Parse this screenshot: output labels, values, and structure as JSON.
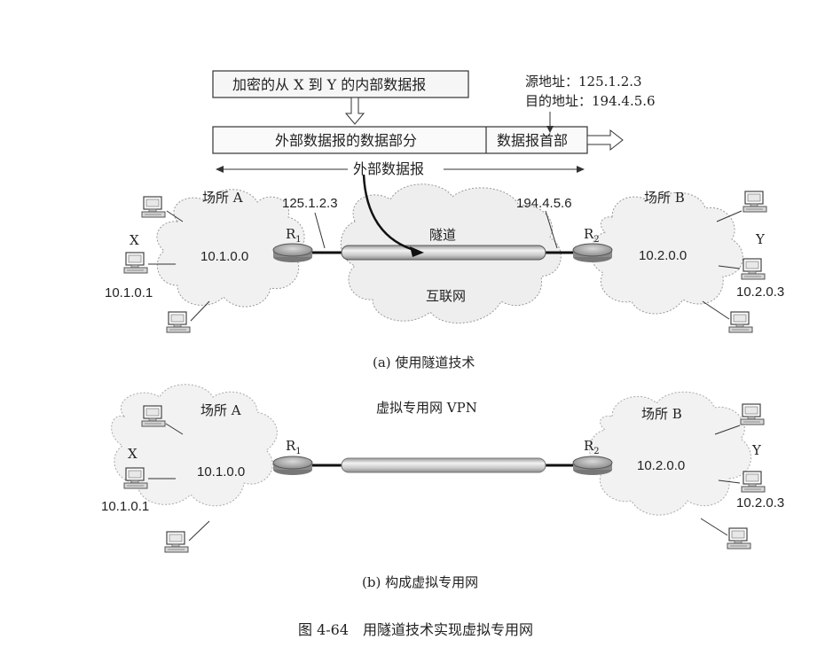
{
  "panel_a": {
    "inner_datagram": "加密的从 X 到 Y 的内部数据报",
    "outer_data_part": "外部数据报的数据部分",
    "outer_header": "数据报首部",
    "outer_datagram": "外部数据报",
    "src_addr_label": "源地址：",
    "src_addr": "125.1.2.3",
    "dst_addr_label": "目的地址：",
    "dst_addr": "194.4.5.6",
    "site_a": "场所 A",
    "site_b": "场所 B",
    "r1_ip": "125.1.2.3",
    "r2_ip": "194.4.5.6",
    "router1": "R",
    "router1_sub": "1",
    "router2": "R",
    "router2_sub": "2",
    "tunnel": "隧道",
    "internet": "互联网",
    "net_a": "10.1.0.0",
    "net_b": "10.2.0.0",
    "host_x": "X",
    "host_x_ip": "10.1.0.1",
    "host_y": "Y",
    "host_y_ip": "10.2.0.3",
    "caption": "(a) 使用隧道技术"
  },
  "panel_b": {
    "site_a": "场所 A",
    "site_b": "场所 B",
    "vpn": "虚拟专用网 VPN",
    "router1": "R",
    "router1_sub": "1",
    "router2": "R",
    "router2_sub": "2",
    "net_a": "10.1.0.0",
    "net_b": "10.2.0.0",
    "host_x": "X",
    "host_x_ip": "10.1.0.1",
    "host_y": "Y",
    "host_y_ip": "10.2.0.3",
    "caption": "(b) 构成虚拟专用网"
  },
  "figure_caption": "图 4-64　用隧道技术实现虚拟专用网"
}
